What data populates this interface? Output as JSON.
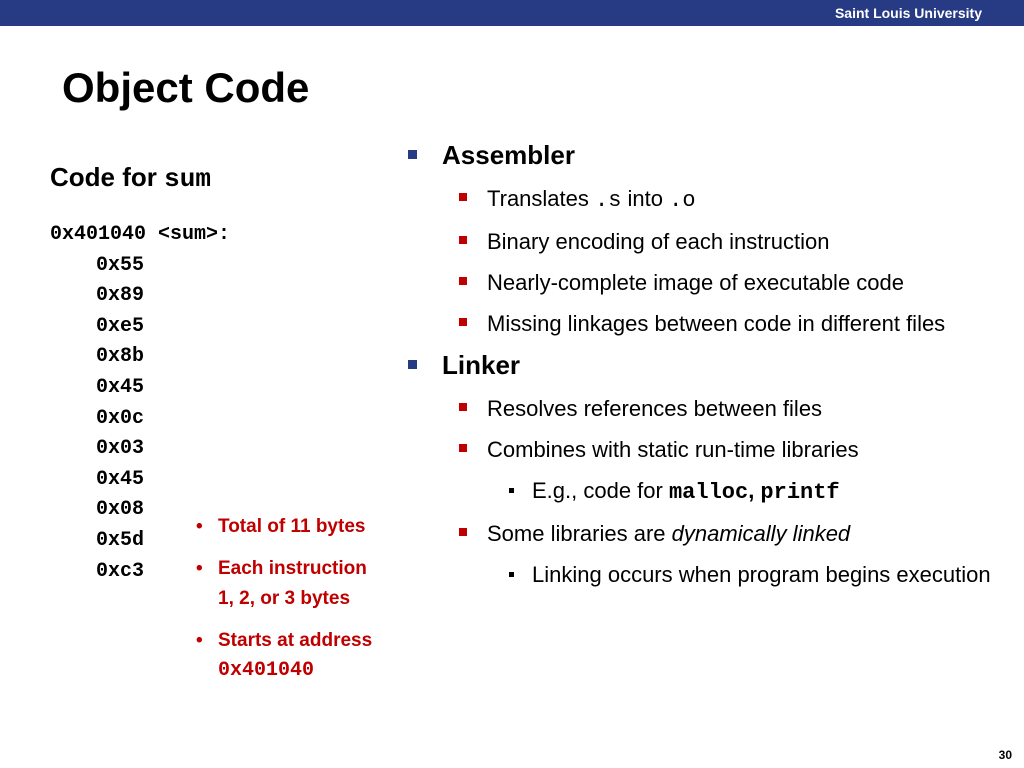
{
  "header": {
    "university": "Saint Louis University"
  },
  "slide": {
    "title": "Object Code",
    "page_number": "30"
  },
  "code": {
    "title_prefix": "Code for ",
    "title_func": "sum",
    "label": "0x401040 <sum>:",
    "bytes": [
      "0x55",
      "0x89",
      "0xe5",
      "0x8b",
      "0x45",
      "0x0c",
      "0x03",
      "0x45",
      "0x08",
      "0x5d",
      "0xc3"
    ]
  },
  "notes": {
    "total": "Total of 11 bytes",
    "each_line1": "Each instruction",
    "each_line2": "1, 2, or 3 bytes",
    "starts": "Starts at address",
    "address": "0x401040"
  },
  "assembler": {
    "heading": "Assembler",
    "translates_pre": "Translates ",
    "translates_s": ".s",
    "translates_mid": " into ",
    "translates_o": ".o",
    "binary": "Binary encoding of each instruction",
    "image": "Nearly-complete image of executable code",
    "missing": "Missing linkages between code in different files"
  },
  "linker": {
    "heading": "Linker",
    "resolves": "Resolves references between files",
    "combines": "Combines with static run-time libraries",
    "eg_pre": "E.g., code for ",
    "eg_malloc": "malloc",
    "eg_comma": ", ",
    "eg_printf": "printf",
    "some_pre": "Some libraries are ",
    "some_ital": "dynamically linked",
    "linking": "Linking occurs when program begins execution"
  }
}
